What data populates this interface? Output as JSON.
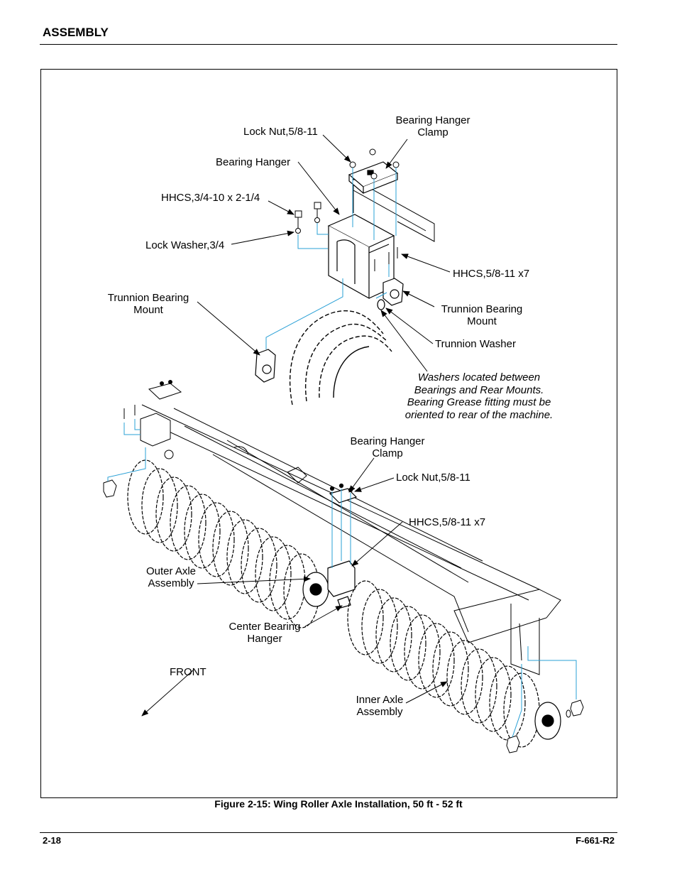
{
  "header": {
    "section": "ASSEMBLY"
  },
  "figure": {
    "caption": "Figure 2-15:  Wing Roller Axle Installation, 50 ft - 52 ft",
    "labels": {
      "lock_nut_top": "Lock Nut,5/8-11",
      "bearing_hanger_clamp_top_1": "Bearing Hanger",
      "bearing_hanger_clamp_top_2": "Clamp",
      "bearing_hanger": "Bearing Hanger",
      "hhcs_34": "HHCS,3/4-10 x 2-1/4",
      "lock_washer": "Lock Washer,3/4",
      "hhcs_58_top": "HHCS,5/8-11 x7",
      "trunnion_left_1": "Trunnion Bearing",
      "trunnion_left_2": "Mount",
      "trunnion_right_1": "Trunnion Bearing",
      "trunnion_right_2": "Mount",
      "trunnion_washer": "Trunnion Washer",
      "note_1": "Washers located between",
      "note_2": "Bearings and Rear Mounts.",
      "note_3": "Bearing Grease fitting must be",
      "note_4": "oriented to rear of the machine.",
      "bearing_hanger_clamp_mid_1": "Bearing Hanger",
      "bearing_hanger_clamp_mid_2": "Clamp",
      "lock_nut_mid": "Lock Nut,5/8-11",
      "hhcs_58_mid": "HHCS,5/8-11 x7",
      "outer_axle_1": "Outer Axle",
      "outer_axle_2": "Assembly",
      "center_bearing_1": "Center Bearing",
      "center_bearing_2": "Hanger",
      "front": "FRONT",
      "inner_axle_1": "Inner Axle",
      "inner_axle_2": "Assembly"
    }
  },
  "footer": {
    "page": "2-18",
    "doc_id": "F-661-R2"
  },
  "colors": {
    "leader_lines": "#000000",
    "cyan_lines": "#2aa0d6",
    "drawing": "#000000"
  }
}
